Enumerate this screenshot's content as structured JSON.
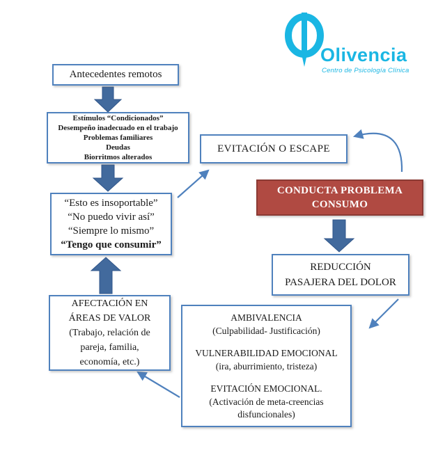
{
  "logo": {
    "name": "Olivencia",
    "subtitle": "Centro de Psicología Clínica",
    "icon": "phi-icon",
    "color": "#1ab6e3"
  },
  "boxes": {
    "antecedentes": {
      "text": "Antecedentes remotos"
    },
    "estimulos": {
      "lines": [
        "Estímulos “Condicionados”",
        "Desempeño inadecuado en el trabajo",
        "Problemas familiares",
        "Deudas",
        "Biorritmos alterados"
      ]
    },
    "pensamientos": {
      "lines": [
        "“Esto es insoportable”",
        "“No puedo vivir así”",
        "“Siempre lo mismo”",
        "“Tengo que consumir”"
      ]
    },
    "evitacion": {
      "text": "EVITACIÓN O ESCAPE"
    },
    "conducta": {
      "lines": [
        "CONDUCTA PROBLEMA",
        "CONSUMO"
      ]
    },
    "reduccion": {
      "lines": [
        "REDUCCIÓN",
        "PASAJERA DEL DOLOR"
      ]
    },
    "afectacion": {
      "lines": [
        "AFECTACIÓN EN",
        "ÁREAS DE VALOR",
        "(Trabajo, relación de",
        "pareja, familia,",
        "economía, etc.)"
      ]
    },
    "ambivalencia": {
      "sections": [
        {
          "title": "AMBIVALENCIA",
          "detail": "(Culpabilidad- Justificación)"
        },
        {
          "title": "VULNERABILIDAD EMOCIONAL",
          "detail": "(ira, aburrimiento, tristeza)"
        },
        {
          "title": "EVITACIÓN EMOCIONAL.",
          "detail": "(Activación de meta-creencias disfuncionales)"
        }
      ]
    }
  },
  "colors": {
    "box_border_blue": "#4f81bd",
    "block_arrow_blue": "#426a9d",
    "connector_blue": "#4f81bd",
    "problem_box_fill": "#b04a42",
    "problem_box_border": "#8b3a34",
    "logo_cyan": "#1ab6e3",
    "text": "#1a1a1a"
  }
}
